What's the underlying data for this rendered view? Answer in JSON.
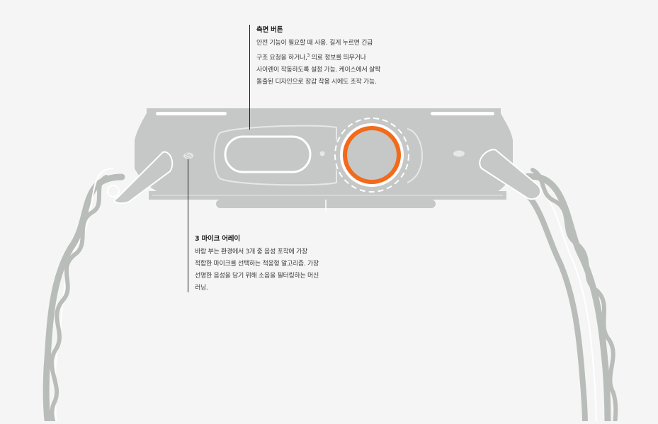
{
  "callouts": {
    "side_button": {
      "title": "측면 버튼",
      "lines": [
        "안전 기능이 필요할 때 사용. 길게 누르면 긴급",
        "구조 요청을 하거나,",
        "3",
        " 의료 정보를 띄우거나",
        "사이렌이 작동하도록 설정 가능. 케이스에서 살짝",
        "돌출된 디자인으로 장갑 착용 시에도 조작 가능."
      ]
    },
    "mic_array": {
      "title": "3 마이크 어레이",
      "lines": [
        "바람 부는 환경에서 3개 중 음성 포착에 가장",
        "적합한 마이크를 선택하는 적응형 알고리즘. 가장",
        "선명한 음성을 담기 위해 소음을 필터링하는 머신",
        "러닝."
      ]
    }
  },
  "colors": {
    "background": "#f5f5f5",
    "case": "#c5c8c6",
    "case_line": "#ffffff",
    "band": "#b9bdba",
    "crown_ring": "#f26a1b",
    "text": "#1d1d1f"
  },
  "icons": {
    "watch": "apple-watch-ultra-side-view"
  }
}
